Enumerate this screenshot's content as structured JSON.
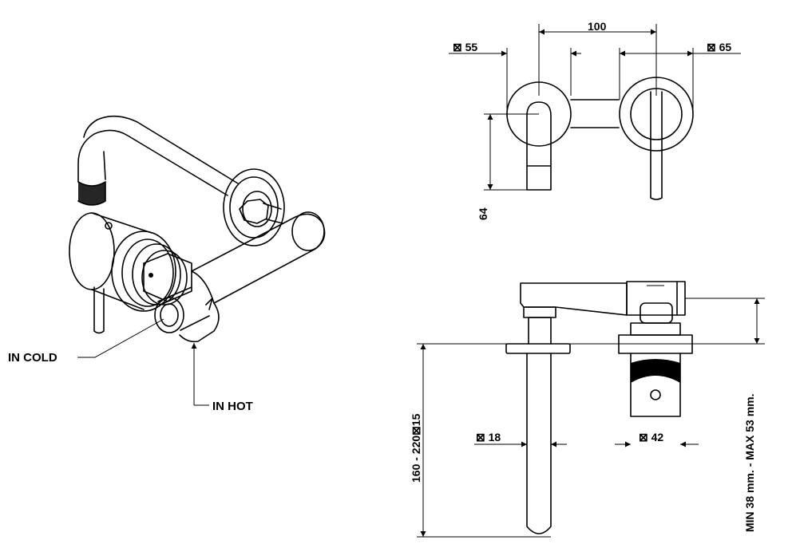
{
  "iso_labels": {
    "in_cold": "IN COLD",
    "in_hot": "IN HOT"
  },
  "front_view": {
    "dim_spacing": "100",
    "dim_left_diameter": "⊠ 55",
    "dim_right_diameter": "⊠ 65",
    "dim_spout_drop": "64"
  },
  "side_view": {
    "dim_spout_length": "160 - 220⊠15",
    "dim_pipe_diameter": "⊠ 18",
    "dim_body_diameter": "⊠ 42",
    "dim_wall_depth": "MIN 38 mm. - MAX 53 mm."
  },
  "colors": {
    "line": "#000000",
    "background": "#ffffff"
  }
}
